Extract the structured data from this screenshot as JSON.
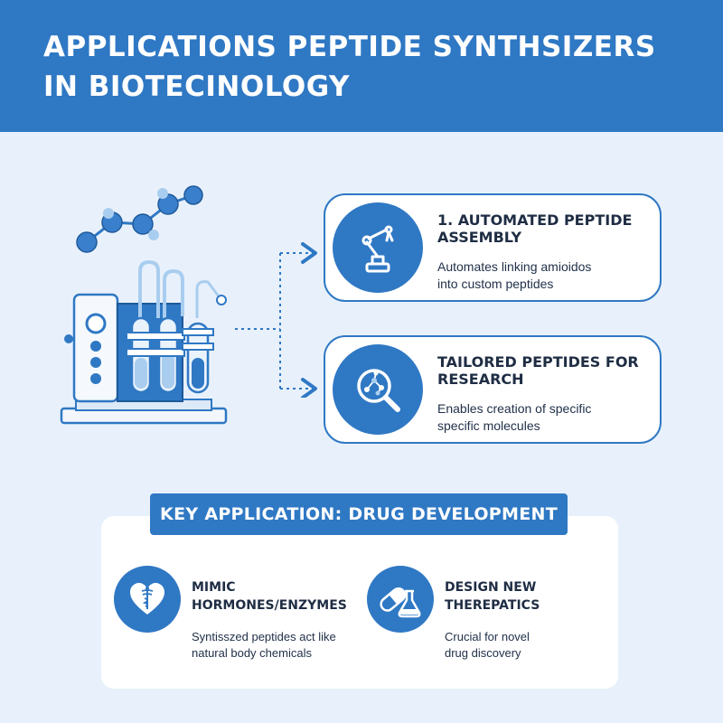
{
  "header": {
    "title_line1": "APPLICATIONS PEPTIDE SYNTHSIZERS",
    "title_line2": "IN BIOTECINOLOGY"
  },
  "cards": [
    {
      "title_line1": "1. AUTOMATED PEPTIDE",
      "title_line2": "ASSEMBLY",
      "desc_line1": "Automates linking amioidos",
      "desc_line2": "into custom peptides",
      "icon": "robotic-arm-icon"
    },
    {
      "title_line1": "TAILORED PEPTIDES FOR",
      "title_line2": "RESEARCH",
      "desc_line1": "Enables creation of specific",
      "desc_line2": "specific molecules",
      "icon": "molecule-magnifier-icon"
    }
  ],
  "key_section": {
    "banner": "KEY APPLICATION: DRUG DEVELOPMENT",
    "items": [
      {
        "title_line1": "MIMIC",
        "title_line2": "HORMONES/ENZYMES",
        "desc_line1": "Syntisszed peptides act like",
        "desc_line2": "natural body chemicals",
        "icon": "heart-caduceus-icon"
      },
      {
        "title_line1": "DESIGN NEW",
        "title_line2": "THEREPATICS",
        "desc_line1": "Crucial for novel",
        "desc_line2": "drug discovery",
        "icon": "pill-flask-icon"
      }
    ]
  },
  "colors": {
    "primary": "#2f78c4",
    "background": "#e8f1fb",
    "text_dark": "#1f2d44"
  }
}
